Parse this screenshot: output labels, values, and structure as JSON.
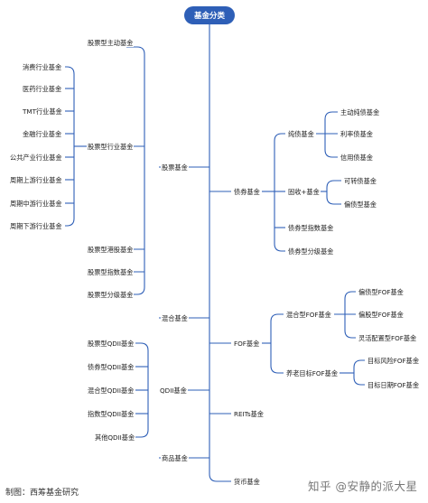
{
  "root": "基金分类",
  "equity": {
    "label": "股票基金",
    "children": [
      {
        "label": "股票型主动基金",
        "children": []
      },
      {
        "label": "股票型行业基金",
        "children": [
          "消费行业基金",
          "医药行业基金",
          "TMT行业基金",
          "金融行业基金",
          "公共产业行业基金",
          "周期上游行业基金",
          "周期中游行业基金",
          "周期下游行业基金"
        ]
      },
      {
        "label": "股票型港股基金",
        "children": []
      },
      {
        "label": "股票型指数基金",
        "children": []
      },
      {
        "label": "股票型分级基金",
        "children": []
      }
    ]
  },
  "bond": {
    "label": "债券基金",
    "children": [
      {
        "label": "纯债基金",
        "children": [
          "主动纯债基金",
          "利率债基金",
          "信用债基金"
        ]
      },
      {
        "label": "固收+基金",
        "children": [
          "可转债基金",
          "偏债型基金"
        ]
      },
      {
        "label": "债券型指数基金",
        "children": []
      },
      {
        "label": "债券型分级基金",
        "children": []
      }
    ]
  },
  "mixed": {
    "label": "混合基金"
  },
  "fof": {
    "label": "FOF基金",
    "children": [
      {
        "label": "混合型FOF基金",
        "children": [
          "偏债型FOF基金",
          "偏股型FOF基金",
          "灵活配置型FOF基金"
        ]
      },
      {
        "label": "养老目标FOF基金",
        "children": [
          "目标风险FOF基金",
          "目标日期FOF基金"
        ]
      }
    ]
  },
  "qdii": {
    "label": "QDII基金",
    "children": [
      "股票型QDII基金",
      "债券型QDII基金",
      "混合型QDII基金",
      "指数型QDII基金",
      "其他QDII基金"
    ]
  },
  "reits": {
    "label": "REITs基金"
  },
  "commodity": {
    "label": "商品基金"
  },
  "money": {
    "label": "货币基金"
  },
  "caption": "制图：西筹基金研究",
  "watermark": "知乎 @安静的派大星",
  "colors": {
    "line": "#2e5fb7",
    "root_bg": "#2e5fb7",
    "text": "#222222"
  }
}
